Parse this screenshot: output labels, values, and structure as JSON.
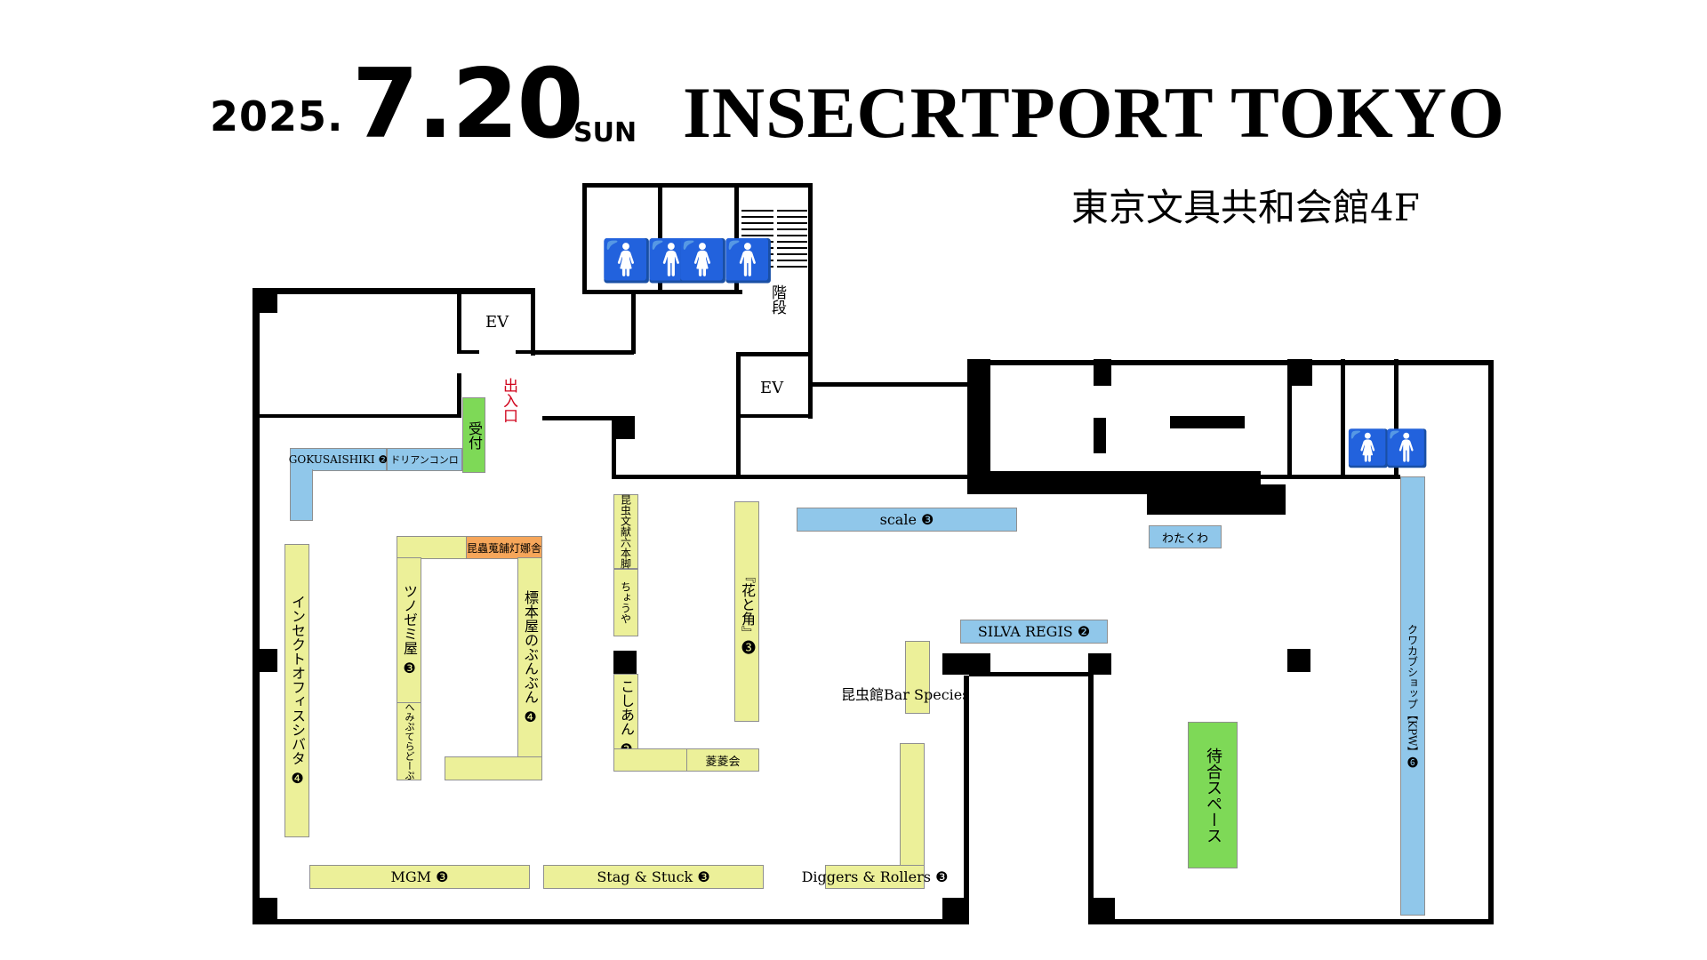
{
  "header": {
    "year": "2025.",
    "day": "7.20",
    "weekday": "SUN",
    "title": "INSECRTPORT TOKYO",
    "venue": "東京文具共和会館4F"
  },
  "rooms": {
    "ev_top": "EV",
    "ev_mid": "EV",
    "stairs": "階段",
    "entrance": "出入口",
    "reception": "受付"
  },
  "booths": {
    "gokusaishiki": "GOKUSAISHIKI ❷",
    "durian_konro": "ドリアンコンロ",
    "insect_office_shibata": "インセクトオフィスシバタ ❹",
    "tsunozemi": "ツノゼミ屋 ❸",
    "hemiptera_dope": "へみぷてらどーぷ",
    "konchu_saiho_toumou": "昆蟲蒐舗灯娜舎",
    "hyohonya_bunbun": "標本屋のぶんぶん ❹",
    "konchu_bunken": "昆虫文献六本脚",
    "chouya": "ちょうや",
    "koshian": "こしあん ❷",
    "ryoukai": "菱菱会",
    "hana_to_tsuno": "『花と角』❸",
    "scale": "scale ❸",
    "watakuwa": "わたくわ",
    "silva_regis": "SILVA REGIS ❷",
    "bar_species": "昆虫館Bar Species",
    "mgm": "MGM ❸",
    "stag_stuck": "Stag & Stuck ❸",
    "diggers_rollers": "Diggers & Rollers ❸",
    "kuwakabu_shop": "クワカブショップ【KPW】❻",
    "waiting_space": "待合スペース"
  },
  "colors": {
    "exhibitor_booth": "#ecf099",
    "blue_booth": "#90c7ea",
    "service_area": "#7ed957",
    "highlight_booth": "#f6a65a",
    "wall": "#000000",
    "entrance_text": "#d0021b"
  },
  "icons": {
    "restroom": "restroom-icon"
  }
}
